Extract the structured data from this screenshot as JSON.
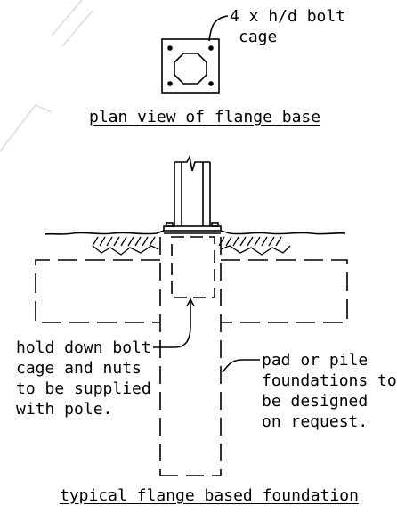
{
  "plan_view": {
    "callout_line1": "4 x h/d bolt",
    "callout_line2": "cage",
    "title": "plan view of flange base"
  },
  "section_view": {
    "left_note": {
      "line1": "hold down bolt",
      "line2": "cage and nuts",
      "line3": "to be supplied",
      "line4": "with pole."
    },
    "right_note": {
      "line1": "pad or pile",
      "line2": "foundations to",
      "line3": "be designed",
      "line4": "on request."
    },
    "title": "typical flange based foundation"
  },
  "colors": {
    "line": "#000000",
    "watermark": "#d9d9d9",
    "background": "#ffffff"
  }
}
